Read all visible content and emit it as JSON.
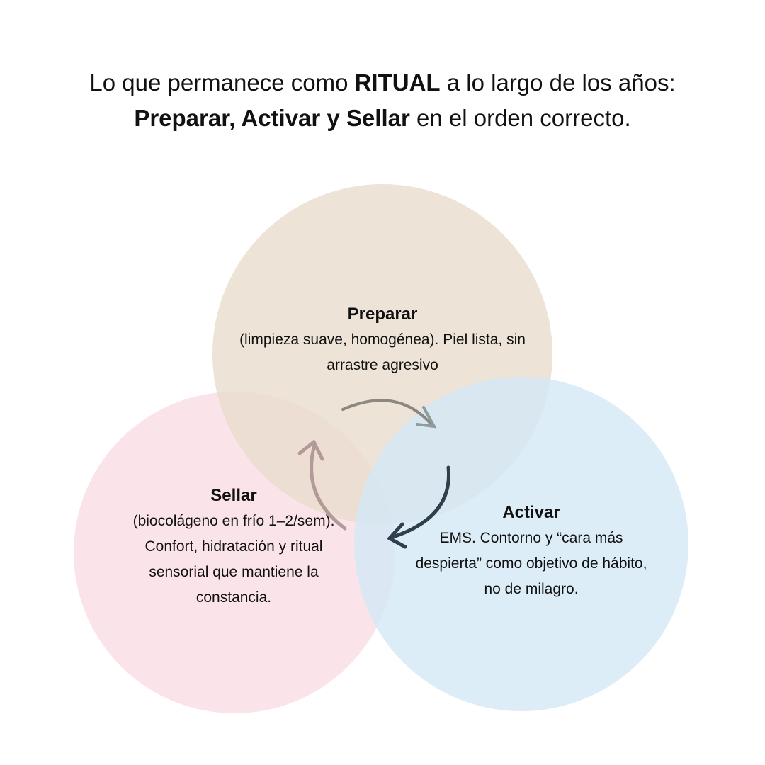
{
  "title": {
    "line1_pre": "Lo que permanece como ",
    "line1_bold": "RITUAL",
    "line1_post": " a lo largo de los años:",
    "line2_bold": "Preparar, Activar y Sellar",
    "line2_post": " en el orden correcto."
  },
  "circles": [
    {
      "name": "Preparar",
      "text": "(limpieza suave, homogénea). Piel lista, sin arrastre agresivo",
      "color": "#e8dccd"
    },
    {
      "name": "Activar",
      "text": "EMS. Contorno y “cara más despierta” como objetivo de hábito, no de milagro.",
      "color": "#d3e8f6"
    },
    {
      "name": "Sellar",
      "text": "(biocolágeno en frío 1–2/sem). Confort, hidratación y ritual sensorial que mantiene la constancia.",
      "color": "#fadde3"
    }
  ]
}
